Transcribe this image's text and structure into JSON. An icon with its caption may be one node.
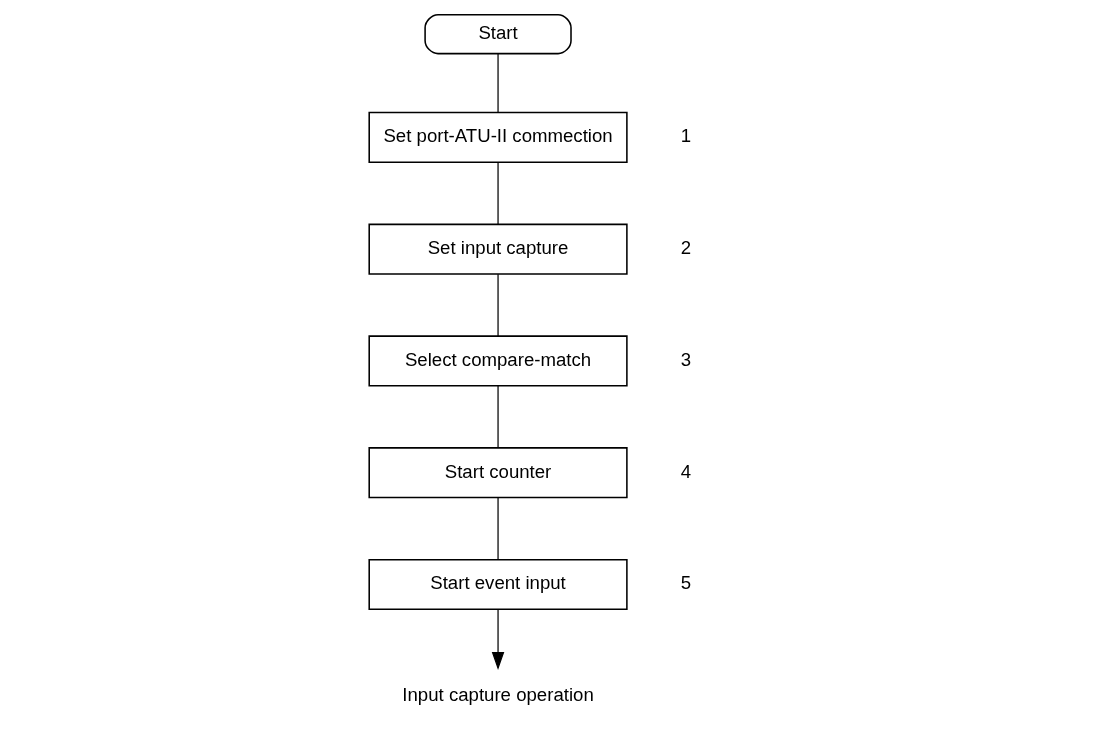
{
  "diagram": {
    "nodes": [
      {
        "text": [
          "Start"
        ]
      },
      {
        "text": [
          "Set port-ATU-II commection"
        ],
        "beside": [
          "1"
        ]
      },
      {
        "text": [
          "Set input capture"
        ],
        "beside": [
          "2"
        ]
      },
      {
        "text": [
          "Select compare-match"
        ],
        "beside": [
          "3"
        ]
      },
      {
        "text": [
          "Start counter"
        ],
        "beside": [
          "4"
        ]
      },
      {
        "text": [
          "Start event input"
        ],
        "beside": [
          "5"
        ]
      },
      {
        "text": [
          "Input capture operation"
        ]
      }
    ],
    "edges": [
      {
        "from": 0,
        "to": 1,
        "arrow": "none"
      },
      {
        "from": 1,
        "to": 2,
        "arrow": "none"
      },
      {
        "from": 2,
        "to": 3,
        "arrow": "none"
      },
      {
        "from": 3,
        "to": 4,
        "arrow": "none"
      },
      {
        "from": 4,
        "to": 5,
        "arrow": "none"
      },
      {
        "from": 5,
        "to": 6,
        "arrow": "to"
      }
    ]
  }
}
